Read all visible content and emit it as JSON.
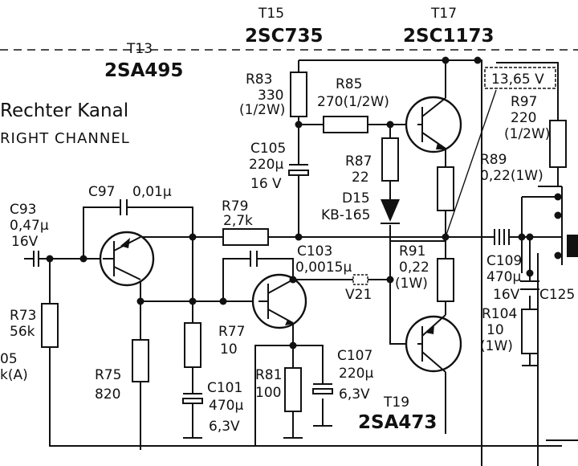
{
  "transistors": {
    "t13": {
      "ref": "T13",
      "type": "2SA495"
    },
    "t15": {
      "ref": "T15",
      "type": "2SC735"
    },
    "t17": {
      "ref": "T17",
      "type": "2SC1173"
    },
    "t19": {
      "ref": "T19",
      "type": "2SA473"
    }
  },
  "channel": {
    "de": "Rechter Kanal",
    "en": "RIGHT CHANNEL"
  },
  "components": {
    "r83": {
      "ref": "R83",
      "v1": "330",
      "v2": "(1/2W)"
    },
    "r85": {
      "ref": "R85",
      "v1": "270(1/2W)"
    },
    "c105": {
      "ref": "C105",
      "v1": "220µ",
      "v2": "16 V"
    },
    "r87": {
      "ref": "R87",
      "v1": "22"
    },
    "d15": {
      "ref": "D15",
      "v1": "KB-165"
    },
    "c97": {
      "ref": "C97",
      "v1": "0,01µ"
    },
    "c93": {
      "ref": "C93",
      "v1": "0,47µ",
      "v2": "16V"
    },
    "r79": {
      "ref": "R79",
      "v1": "2,7k"
    },
    "c103": {
      "ref": "C103",
      "v1": "0,0015µ"
    },
    "v21": {
      "ref": "V21"
    },
    "r91": {
      "ref": "R91",
      "v1": "0,22",
      "v2": "(1W)"
    },
    "r73": {
      "ref": "R73",
      "v1": "56k"
    },
    "r77": {
      "ref": "R77",
      "v1": "10"
    },
    "r75": {
      "ref": "R75",
      "v1": "820"
    },
    "c101": {
      "ref": "C101",
      "v1": "470µ",
      "v2": "6,3V"
    },
    "r81": {
      "ref": "R81",
      "v1": "100"
    },
    "c107": {
      "ref": "C107",
      "v1": "220µ",
      "v2": "6,3V"
    },
    "r97": {
      "ref": "R97",
      "v1": "220",
      "v2": "(1/2W)"
    },
    "r89": {
      "ref": "R89",
      "v1": "0,22(1W)"
    },
    "c109": {
      "ref": "C109",
      "v1": "470µ",
      "v2": "16V"
    },
    "c125": {
      "ref": "C125"
    },
    "r104": {
      "ref": "R104",
      "v1": "10",
      "v2": "(1W)"
    }
  },
  "voltage_box": "13,65 V",
  "edge_labels": {
    "left_partial_1": "05",
    "left_partial_2": "k(A)"
  }
}
